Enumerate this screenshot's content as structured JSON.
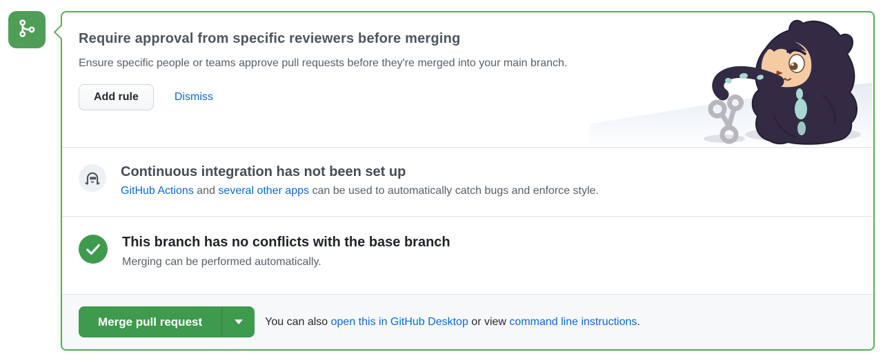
{
  "colors": {
    "accent_green": "#3e9a4d",
    "badge_green": "#4f9e58",
    "card_border_green": "#5cab60",
    "link_blue": "#0969da",
    "footer_bg": "#f6f8fa"
  },
  "timeline": {
    "icon": "git-merge-icon"
  },
  "promo": {
    "title": "Require approval from specific reviewers before merging",
    "description": "Ensure specific people or teams approve pull requests before they're merged into your main branch.",
    "add_rule_label": "Add rule",
    "dismiss_label": "Dismiss",
    "illustration": "mona-octocat-with-git-branch-sculpture"
  },
  "ci": {
    "title": "Continuous integration has not been set up",
    "link_actions": "GitHub Actions",
    "mid": " and ",
    "link_apps": "several other apps",
    "rest": " can be used to automatically catch bugs and enforce style.",
    "icon": "octoface-hood-icon"
  },
  "mergeable": {
    "title": "This branch has no conflicts with the base branch",
    "subtitle": "Merging can be performed automatically.",
    "icon": "check-icon"
  },
  "merge_bar": {
    "button_label": "Merge pull request",
    "text_prefix": "You can also ",
    "desktop_link": "open this in GitHub Desktop",
    "mid": " or view ",
    "cli_link": "command line instructions",
    "suffix": "."
  }
}
